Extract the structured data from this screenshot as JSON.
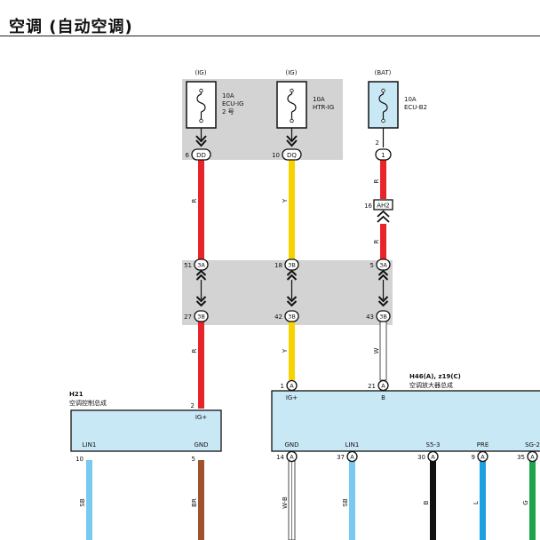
{
  "page_title": "空调 (自动空调)",
  "colors": {
    "red": "#e8242b",
    "yellow": "#f6d300",
    "white": "#ffffff",
    "skyblue": "#7ac9ef",
    "brown": "#a0522d",
    "black": "#111111",
    "blue": "#1e9fe0",
    "green": "#1fa34a",
    "block_fill": "#c9e8f6",
    "junction_fill": "#d3d3d3"
  },
  "fuses": [
    {
      "source": "(IG)",
      "rating": "10A",
      "name": "ECU-IG",
      "extra": "2 号",
      "pin": "6",
      "connector": "DD"
    },
    {
      "source": "(IG)",
      "rating": "10A",
      "name": "HTR-IG",
      "extra": "",
      "pin": "10",
      "connector": "DQ"
    },
    {
      "source": "(BAT)",
      "rating": "10A",
      "name": "ECU-B2",
      "extra": "",
      "pin_above": "2",
      "connector": "1"
    }
  ],
  "wire_codes": {
    "w1_top": "R",
    "w2_top": "Y",
    "w3_top": "R",
    "w3_mid": "R",
    "w1_bottom": "R",
    "w2_bottom": "Y",
    "w3_bottom": "W"
  },
  "inline_connector": {
    "pin": "16",
    "name": "AH2"
  },
  "junction_top": [
    {
      "pin": "51",
      "label": "3A"
    },
    {
      "pin": "18",
      "label": "3B"
    },
    {
      "pin": "5",
      "label": "3A"
    }
  ],
  "junction_bottom": [
    {
      "pin": "27",
      "label": "3B"
    },
    {
      "pin": "42",
      "label": "3B"
    },
    {
      "pin": "43",
      "label": "3B"
    }
  ],
  "h21": {
    "code": "H21",
    "name": "空调控制总成",
    "input_pin": "2",
    "input_label": "IG+",
    "left_label": "LIN1",
    "right_label": "GND",
    "left_pin": "10",
    "right_pin": "5",
    "left_wire": "SB",
    "right_wire": "BR"
  },
  "amp": {
    "code": "H46(A), z19(C)",
    "name": "空调放大器总成",
    "input1_pin": "1",
    "input1_conn": "A",
    "input1_label": "IG+",
    "input2_pin": "21",
    "input2_conn": "A",
    "input2_label": "B",
    "outputs": [
      {
        "label": "GND",
        "pin": "14",
        "conn": "A",
        "wire": "W-B"
      },
      {
        "label": "LIN1",
        "pin": "37",
        "conn": "A",
        "wire": "SB"
      },
      {
        "label": "S5-3",
        "pin": "30",
        "conn": "A",
        "wire": "B"
      },
      {
        "label": "PRE",
        "pin": "9",
        "conn": "A",
        "wire": "L"
      },
      {
        "label": "SG-2",
        "pin": "35",
        "conn": "A",
        "wire": "G"
      }
    ]
  }
}
